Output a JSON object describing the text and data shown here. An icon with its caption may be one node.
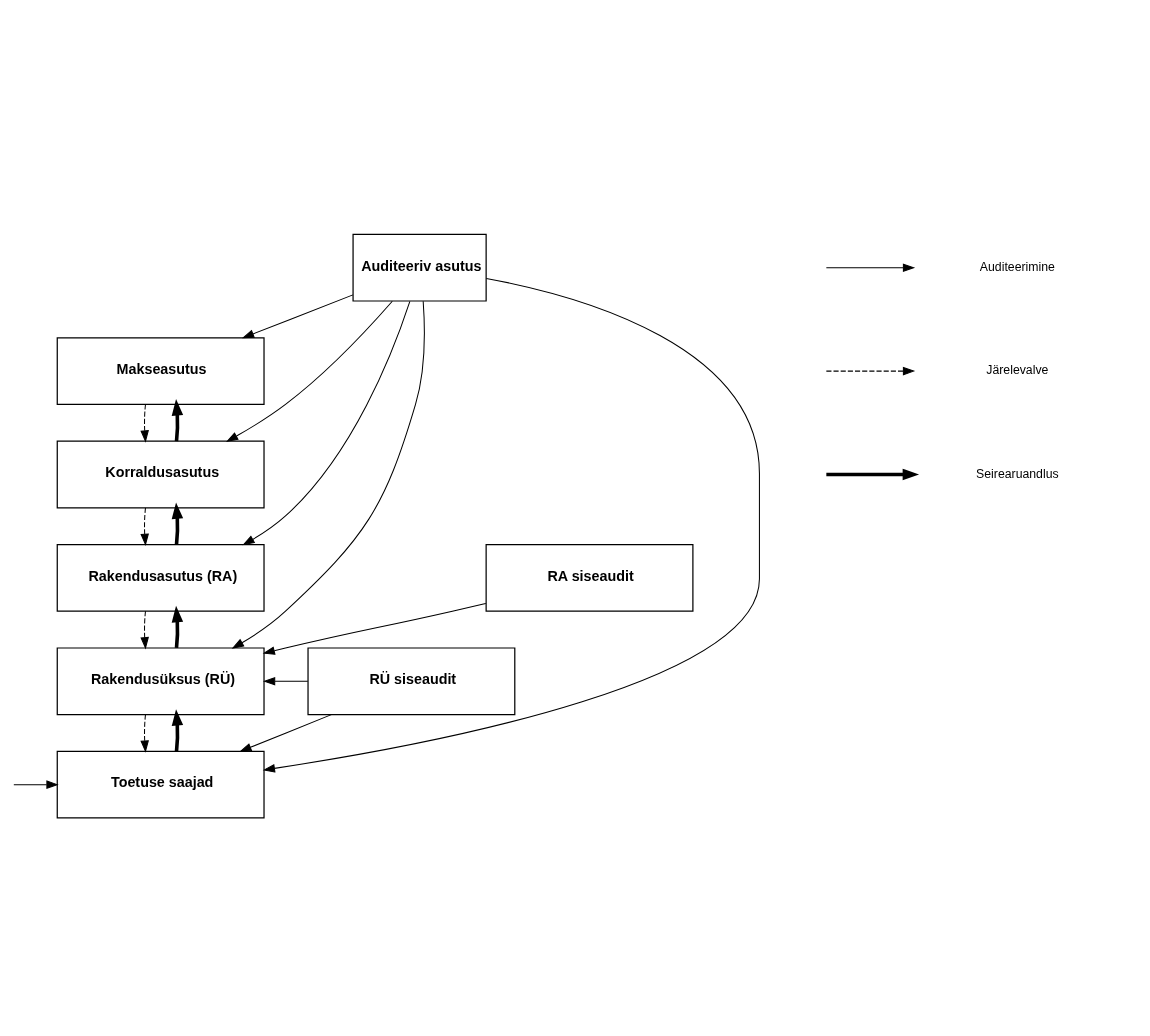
{
  "diagram": {
    "nodes": [
      {
        "text": [
          "Auditeeriv asutus"
        ]
      },
      {
        "text": [
          "Makseasutus"
        ]
      },
      {
        "text": [
          "Korraldusasutus"
        ]
      },
      {
        "text": [
          "Rakendusasutus (RA)"
        ]
      },
      {
        "text": [
          "Rakendusüksus (RÜ)"
        ]
      },
      {
        "text": [
          "Toetuse saajad"
        ]
      },
      {
        "text": [
          "RA siseaudit"
        ]
      },
      {
        "text": [
          "RÜ siseaudit"
        ]
      }
    ],
    "edges": [
      {
        "from": 0,
        "to": 1,
        "arrow": "to"
      },
      {
        "from": 0,
        "to": 2,
        "arrow": "to"
      },
      {
        "from": 0,
        "to": 3,
        "arrow": "to"
      },
      {
        "from": 0,
        "to": 4,
        "arrow": "to"
      },
      {
        "from": 0,
        "to": 5,
        "arrow": "to"
      },
      {
        "from": 1,
        "to": 2,
        "arrow": "to",
        "style": "dashed"
      },
      {
        "from": 2,
        "to": 1,
        "arrow": "to",
        "style": "thick"
      },
      {
        "from": 2,
        "to": 3,
        "arrow": "to",
        "style": "dashed"
      },
      {
        "from": 3,
        "to": 2,
        "arrow": "to",
        "style": "thick"
      },
      {
        "from": 3,
        "to": 4,
        "arrow": "to",
        "style": "dashed"
      },
      {
        "from": 4,
        "to": 3,
        "arrow": "to",
        "style": "thick"
      },
      {
        "from": 4,
        "to": 5,
        "arrow": "to",
        "style": "dashed"
      },
      {
        "from": 5,
        "to": 4,
        "arrow": "to",
        "style": "thick"
      },
      {
        "from": 6,
        "to": 4,
        "arrow": "to"
      },
      {
        "from": 7,
        "to": 4,
        "arrow": "to"
      },
      {
        "from": 7,
        "to": 5,
        "arrow": "to"
      },
      {
        "from": null,
        "to": 5,
        "arrow": "to"
      }
    ],
    "legend": [
      {
        "text": "Auditeerimine"
      },
      {
        "text": "Järelevalve"
      },
      {
        "text": "Seirearuandlus"
      }
    ]
  }
}
